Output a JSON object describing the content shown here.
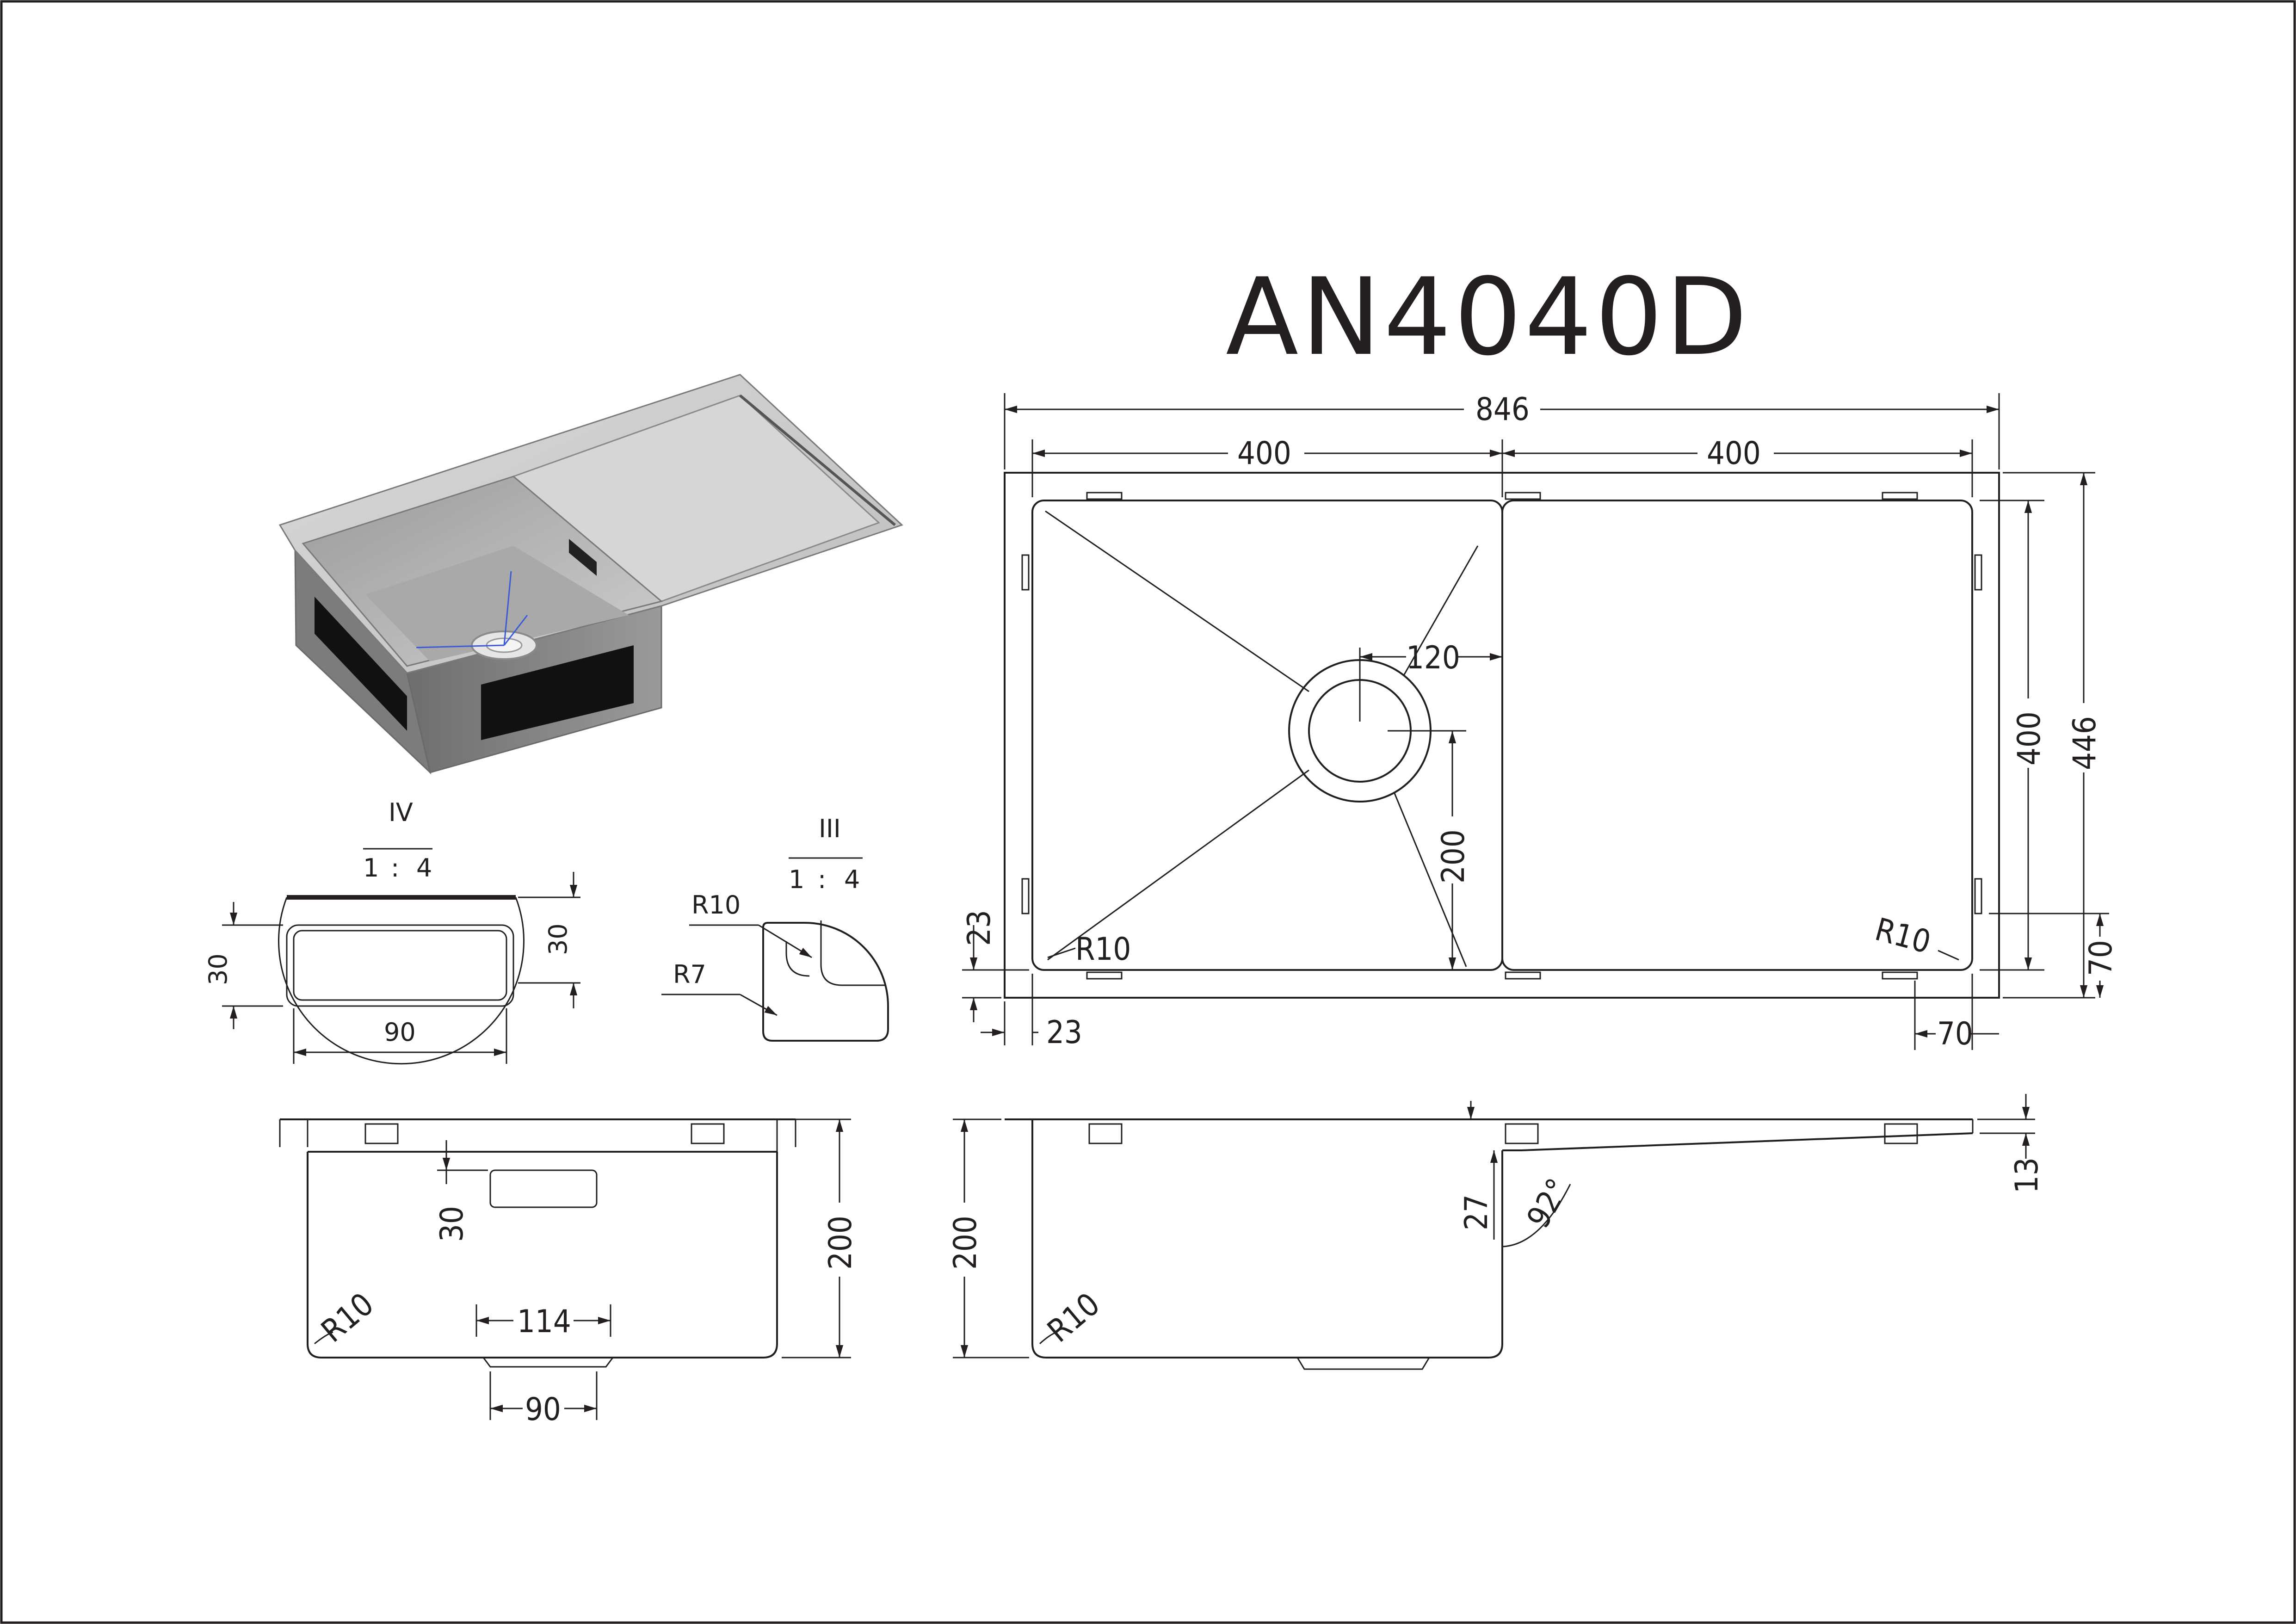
{
  "title": "AN4040D",
  "top_view": {
    "overall_width": "846",
    "bowl_width": "400",
    "drainboard_width": "400",
    "drain_diameter": "120",
    "drain_offset": "200",
    "inner_depth": "400",
    "overall_depth": "446",
    "flange_left": "23",
    "flange_bottom": "23",
    "corner_radius_bowl": "R10",
    "corner_radius_board": "R10",
    "board_right_margin": "70",
    "board_bottom_margin": "70"
  },
  "detail_iv": {
    "label": "IV",
    "scale_a": "1",
    "scale_sep": ":",
    "scale_b": "4",
    "overflow_height": "30",
    "overflow_height_right": "30",
    "overflow_width": "90"
  },
  "detail_iii": {
    "label": "III",
    "scale_a": "1",
    "scale_sep": ":",
    "scale_b": "4",
    "radius_outer": "R10",
    "radius_inner": "R7"
  },
  "side_view": {
    "depth": "200",
    "overflow_offset": "30",
    "corner_radius": "R10",
    "drain_outer": "114",
    "drain_inner": "90"
  },
  "front_view": {
    "depth": "200",
    "corner_radius": "R10",
    "step": "27",
    "angle": "92°",
    "board_thickness": "13"
  },
  "colors": {
    "line": "#231f20",
    "guide": "#3b5bd6"
  }
}
